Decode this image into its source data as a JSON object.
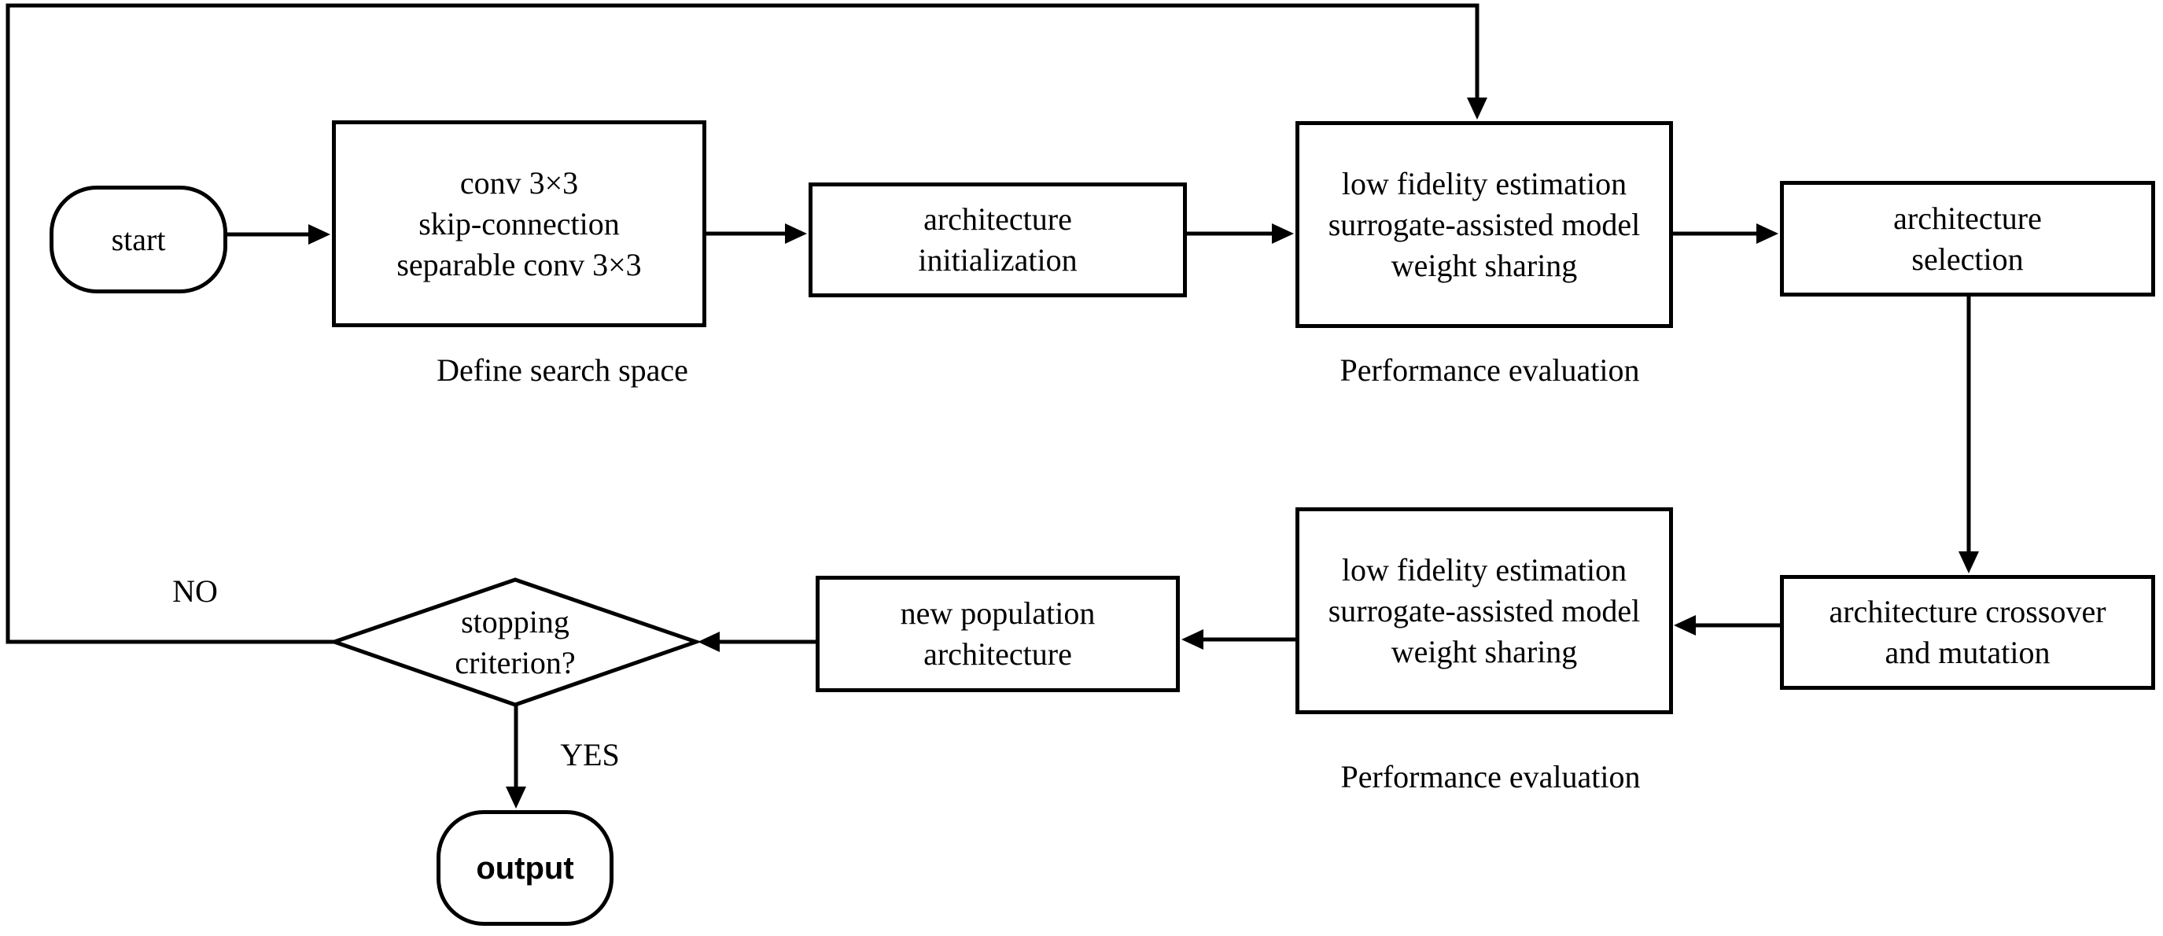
{
  "diagram": {
    "title_hint": "surrogate-assisted evolutionary NAS flowchart",
    "colors": {
      "line": "#000000",
      "background": "#ffffff",
      "text": "#000000"
    },
    "nodes": {
      "start": {
        "label": "start",
        "shape": "stadium"
      },
      "search_space": {
        "label": "conv 3×3\nskip-connection\nseparable conv 3×3",
        "shape": "rect"
      },
      "architecture_initialization": {
        "label": "architecture\ninitialization",
        "shape": "rect"
      },
      "performance_evaluation_top": {
        "label": "low fidelity estimation\nsurrogate-assisted model\nweight sharing",
        "shape": "rect"
      },
      "architecture_selection": {
        "label": "architecture\nselection",
        "shape": "rect"
      },
      "architecture_crossover": {
        "label": "architecture crossover\nand mutation",
        "shape": "rect"
      },
      "performance_evaluation_bottom": {
        "label": "low fidelity estimation\nsurrogate-assisted model\nweight sharing",
        "shape": "rect"
      },
      "new_population": {
        "label": "new population\narchitecture",
        "shape": "rect"
      },
      "stopping_criterion": {
        "label": "stopping\ncriterion?",
        "shape": "diamond"
      },
      "output": {
        "label": "output",
        "shape": "stadium"
      }
    },
    "captions": {
      "define_search_space": "Define search space",
      "performance_evaluation_top": "Performance evaluation",
      "performance_evaluation_bottom": "Performance evaluation"
    },
    "edge_labels": {
      "no": "NO",
      "yes": "YES"
    }
  }
}
